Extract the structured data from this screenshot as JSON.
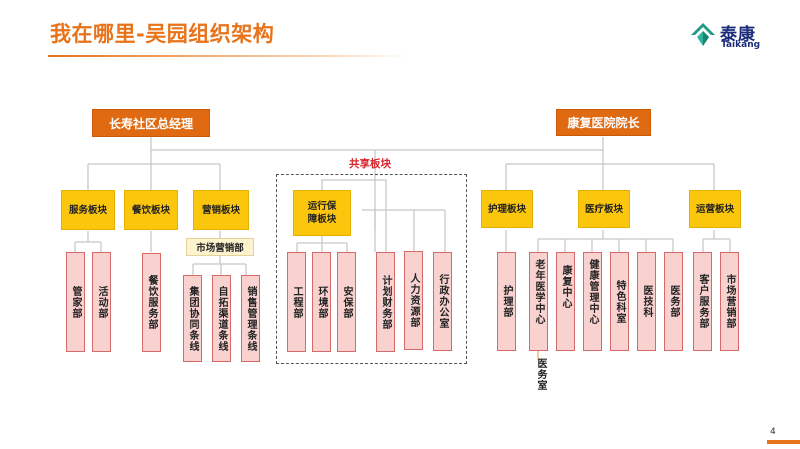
{
  "title": "我在哪里-吴园组织架构",
  "logo": {
    "icon": "taikang-logo-icon",
    "cn": "泰康",
    "en": "Taikang",
    "colors": {
      "mark": "#1f9a86",
      "text": "#1b2d7a"
    }
  },
  "colors": {
    "accent": "#e8731a",
    "head": "#e06a12",
    "block": "#fcc60d",
    "dept": "#f9d2d0",
    "dept_border": "#d46a6a",
    "shared_label": "#d9262c"
  },
  "org": {
    "left_head": "长寿社区总经理",
    "right_head": "康复医院院长",
    "shared_label": "共享板块",
    "left_blocks": {
      "service": {
        "label": "服务板块",
        "depts": [
          "管家部",
          "活动部"
        ]
      },
      "catering": {
        "label": "餐饮板块",
        "depts": [
          "餐饮服务部"
        ]
      },
      "marketing": {
        "label": "营销板块",
        "sub": "市场营销部",
        "depts": [
          "集团协同条线",
          "自拓渠道条线",
          "销售管理条线"
        ]
      }
    },
    "shared_blocks": {
      "operations": {
        "label": "运行保障板块",
        "depts": [
          "工程部",
          "环境部",
          "安保部"
        ]
      },
      "direct_depts": [
        "计划财务部",
        "人力资源部",
        "行政办公室"
      ]
    },
    "right_blocks": {
      "nursing": {
        "label": "护理板块",
        "depts": [
          "护理部"
        ]
      },
      "medical": {
        "label": "医疗板块",
        "depts": [
          "老年医学中心",
          "康复中心",
          "健康管理中心",
          "特色科室",
          "医技科",
          "医务部"
        ],
        "note": "医务室"
      },
      "operation": {
        "label": "运营板块",
        "depts": [
          "客户服务部",
          "市场营销部"
        ]
      }
    }
  },
  "page_number": "4"
}
